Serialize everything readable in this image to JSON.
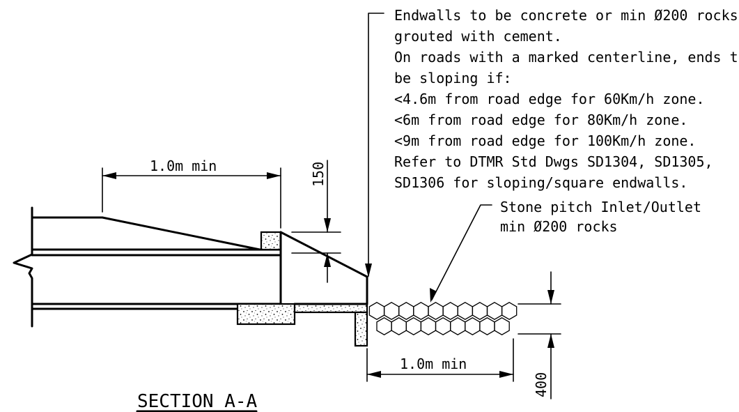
{
  "notes": {
    "endwall": [
      "Endwalls to be concrete or min Ø200 rocks",
      "grouted with cement.",
      "On roads with a marked centerline, ends to",
      "be sloping if:",
      "<4.6m from road edge for 60Km/h zone.",
      "<6m from road edge for 80Km/h zone.",
      "<9m from road edge for 100Km/h zone.",
      "Refer to DTMR Std Dwgs SD1304, SD1305,",
      "SD1306 for sloping/square endwalls."
    ],
    "stone_pitch": [
      "Stone pitch Inlet/Outlet",
      "min Ø200 rocks"
    ]
  },
  "dimensions": {
    "top_length": "1.0m min",
    "height_150": "150",
    "bottom_length": "1.0m min",
    "depth_400": "400"
  },
  "section_title": "SECTION A-A"
}
